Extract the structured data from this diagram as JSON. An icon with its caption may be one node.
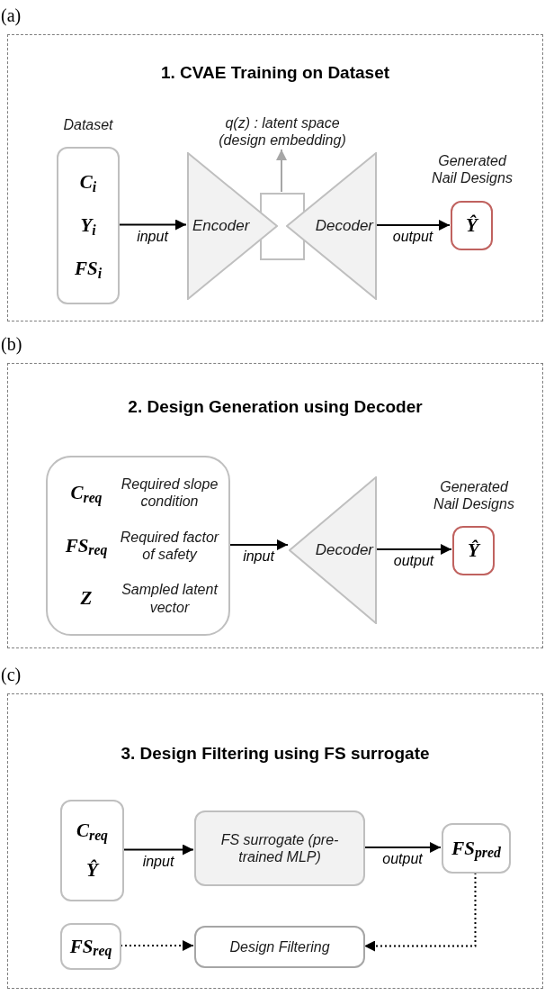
{
  "diagram": {
    "nodes": [
      {
        "text": [
          "1. CVAE Training on Dataset"
        ],
        "beside": [
          "(a)"
        ]
      },
      {
        "text": [
          "Dataset",
          "C$_{i}$",
          "Y$_{i}$",
          "FS$_{i}$"
        ],
        "in": 0
      },
      {
        "text": [
          "Encoder"
        ],
        "in": 0
      },
      {
        "text": [],
        "shape": "box",
        "in": 0
      },
      {
        "text": [
          "q(z) : latent space (design embedding)"
        ],
        "in": 0
      },
      {
        "text": [
          "Decoder"
        ],
        "in": 0
      },
      {
        "text": [
          "Generated Nail Designs",
          "Ŷ"
        ],
        "in": 0
      },
      {
        "text": [
          "2. Design Generation using Decoder"
        ],
        "beside": [
          "(b)"
        ]
      },
      {
        "text": [
          "C$_{req}$",
          "Required slope condition",
          "FS$_{req}$",
          "Required factor of safety",
          "Z",
          "Sampled latent vector"
        ],
        "in": 7
      },
      {
        "text": [
          "Decoder"
        ],
        "in": 7
      },
      {
        "text": [
          "Generated Nail Designs",
          "Ŷ"
        ],
        "in": 7
      },
      {
        "text": [
          "3. Design Filtering using FS surrogate"
        ],
        "beside": [
          "(c)"
        ]
      },
      {
        "text": [
          "C$_{req}$",
          "Ŷ"
        ],
        "in": 11
      },
      {
        "text": [
          "FS surrogate (pre-trained MLP)"
        ],
        "in": 11
      },
      {
        "text": [
          "FS$_{pred}$"
        ],
        "in": 11
      },
      {
        "text": [
          "FS$_{req}$"
        ],
        "in": 11
      },
      {
        "text": [
          "Design Filtering"
        ],
        "in": 11
      }
    ],
    "edges": [
      {
        "from": 1,
        "to": 2,
        "arrow": "to",
        "label": "input"
      },
      {
        "from": 3,
        "to": 4,
        "arrow": "to",
        "color": "#a6a6a6"
      },
      {
        "from": 5,
        "to": 6,
        "arrow": "to",
        "label": "output"
      },
      {
        "from": 8,
        "to": 9,
        "arrow": "to",
        "label": "input"
      },
      {
        "from": 9,
        "to": 10,
        "arrow": "to",
        "label": "output"
      },
      {
        "from": 12,
        "to": 13,
        "arrow": "to",
        "label": "input"
      },
      {
        "from": 13,
        "to": 14,
        "arrow": "to",
        "label": "output"
      },
      {
        "from": 15,
        "to": 16,
        "arrow": "to",
        "style": "dashed"
      },
      {
        "from": 14,
        "to": 16,
        "arrow": "to",
        "style": "dashed"
      }
    ]
  }
}
